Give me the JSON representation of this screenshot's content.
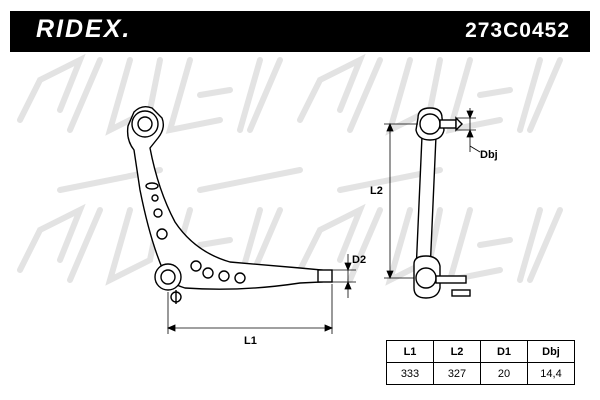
{
  "header": {
    "brand": "RIDEX.",
    "part_number": "273C0452"
  },
  "dimension_labels": {
    "l1": "L1",
    "l2": "L2",
    "d2": "D2",
    "dbj": "Dbj"
  },
  "spec_table": {
    "headers": [
      "L1",
      "L2",
      "D1",
      "Dbj"
    ],
    "values": [
      "333",
      "327",
      "20",
      "14,4"
    ]
  },
  "colors": {
    "header_bg": "#000000",
    "watermark": "#e6e6e6",
    "line": "#000000"
  }
}
